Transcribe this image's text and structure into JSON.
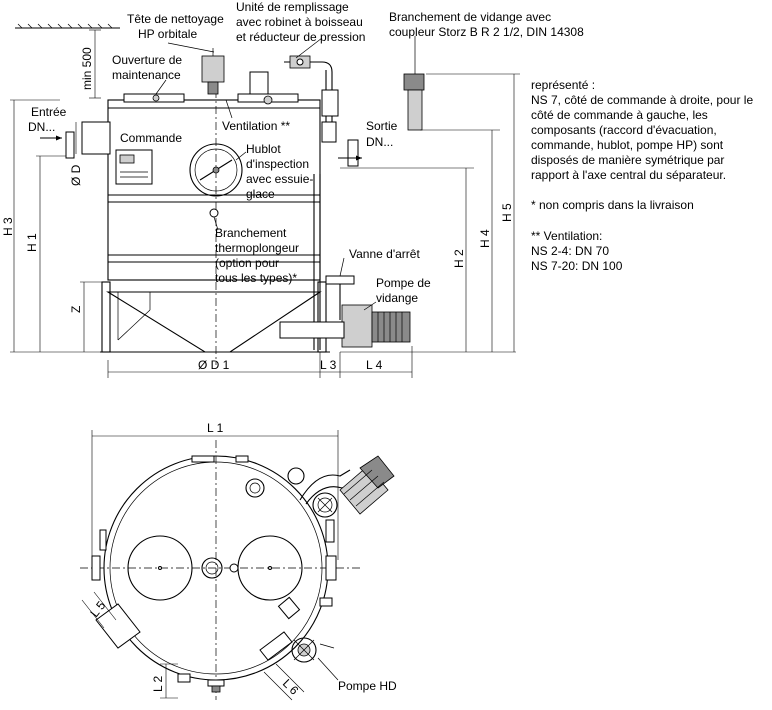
{
  "labels": {
    "tete_nettoyage_1": "Tête de nettoyage",
    "tete_nettoyage_2": "HP orbitale",
    "remplissage_1": "Unité de remplissage",
    "remplissage_2": "avec robinet à boisseau",
    "remplissage_3": "et réducteur de pression",
    "vidange_conn_1": "Branchement de vidange avec",
    "vidange_conn_2": "coupleur Storz B R 2 1/2, DIN 14308",
    "min500": "min 500",
    "ouverture_1": "Ouverture de",
    "ouverture_2": "maintenance",
    "entree_1": "Entrée",
    "entree_2": "DN...",
    "commande": "Commande",
    "ventilation": "Ventilation **",
    "sortie_1": "Sortie",
    "sortie_2": "DN...",
    "od": "Ø D",
    "hublot_1": "Hublot",
    "hublot_2": "d'inspection",
    "hublot_3": "avec essuie-",
    "hublot_4": "glace",
    "thermo_1": "Branchement",
    "thermo_2": "thermoplongeur",
    "thermo_3": "(option pour",
    "thermo_4": "tous les types)*",
    "vanne": "Vanne d'arrêt",
    "pompe_1": "Pompe de",
    "pompe_2": "vidange",
    "h1": "H 1",
    "h2": "H 2",
    "h3": "H 3",
    "h4": "H 4",
    "h5": "H 5",
    "z": "Z",
    "od1": "Ø D 1",
    "l3": "L 3",
    "l4": "L 4",
    "l1": "L 1",
    "l5": "L 5",
    "l2": "L 2",
    "l6": "L 6",
    "pompe_hd": "Pompe HD"
  },
  "notes": {
    "n1": "représenté :",
    "n2": "NS 7, côté de commande à droite, pour le",
    "n3": "côté de commande à gauche, les",
    "n4": "composants (raccord d'évacuation,",
    "n5": "commande, hublot, pompe HP) sont",
    "n6": "disposés de manière symétrique par",
    "n7": "rapport à l'axe central du séparateur.",
    "n8": "* non compris dans la livraison",
    "n9": "** Ventilation:",
    "n10": "NS 2-4: DN 70",
    "n11": "NS 7-20: DN 100"
  }
}
